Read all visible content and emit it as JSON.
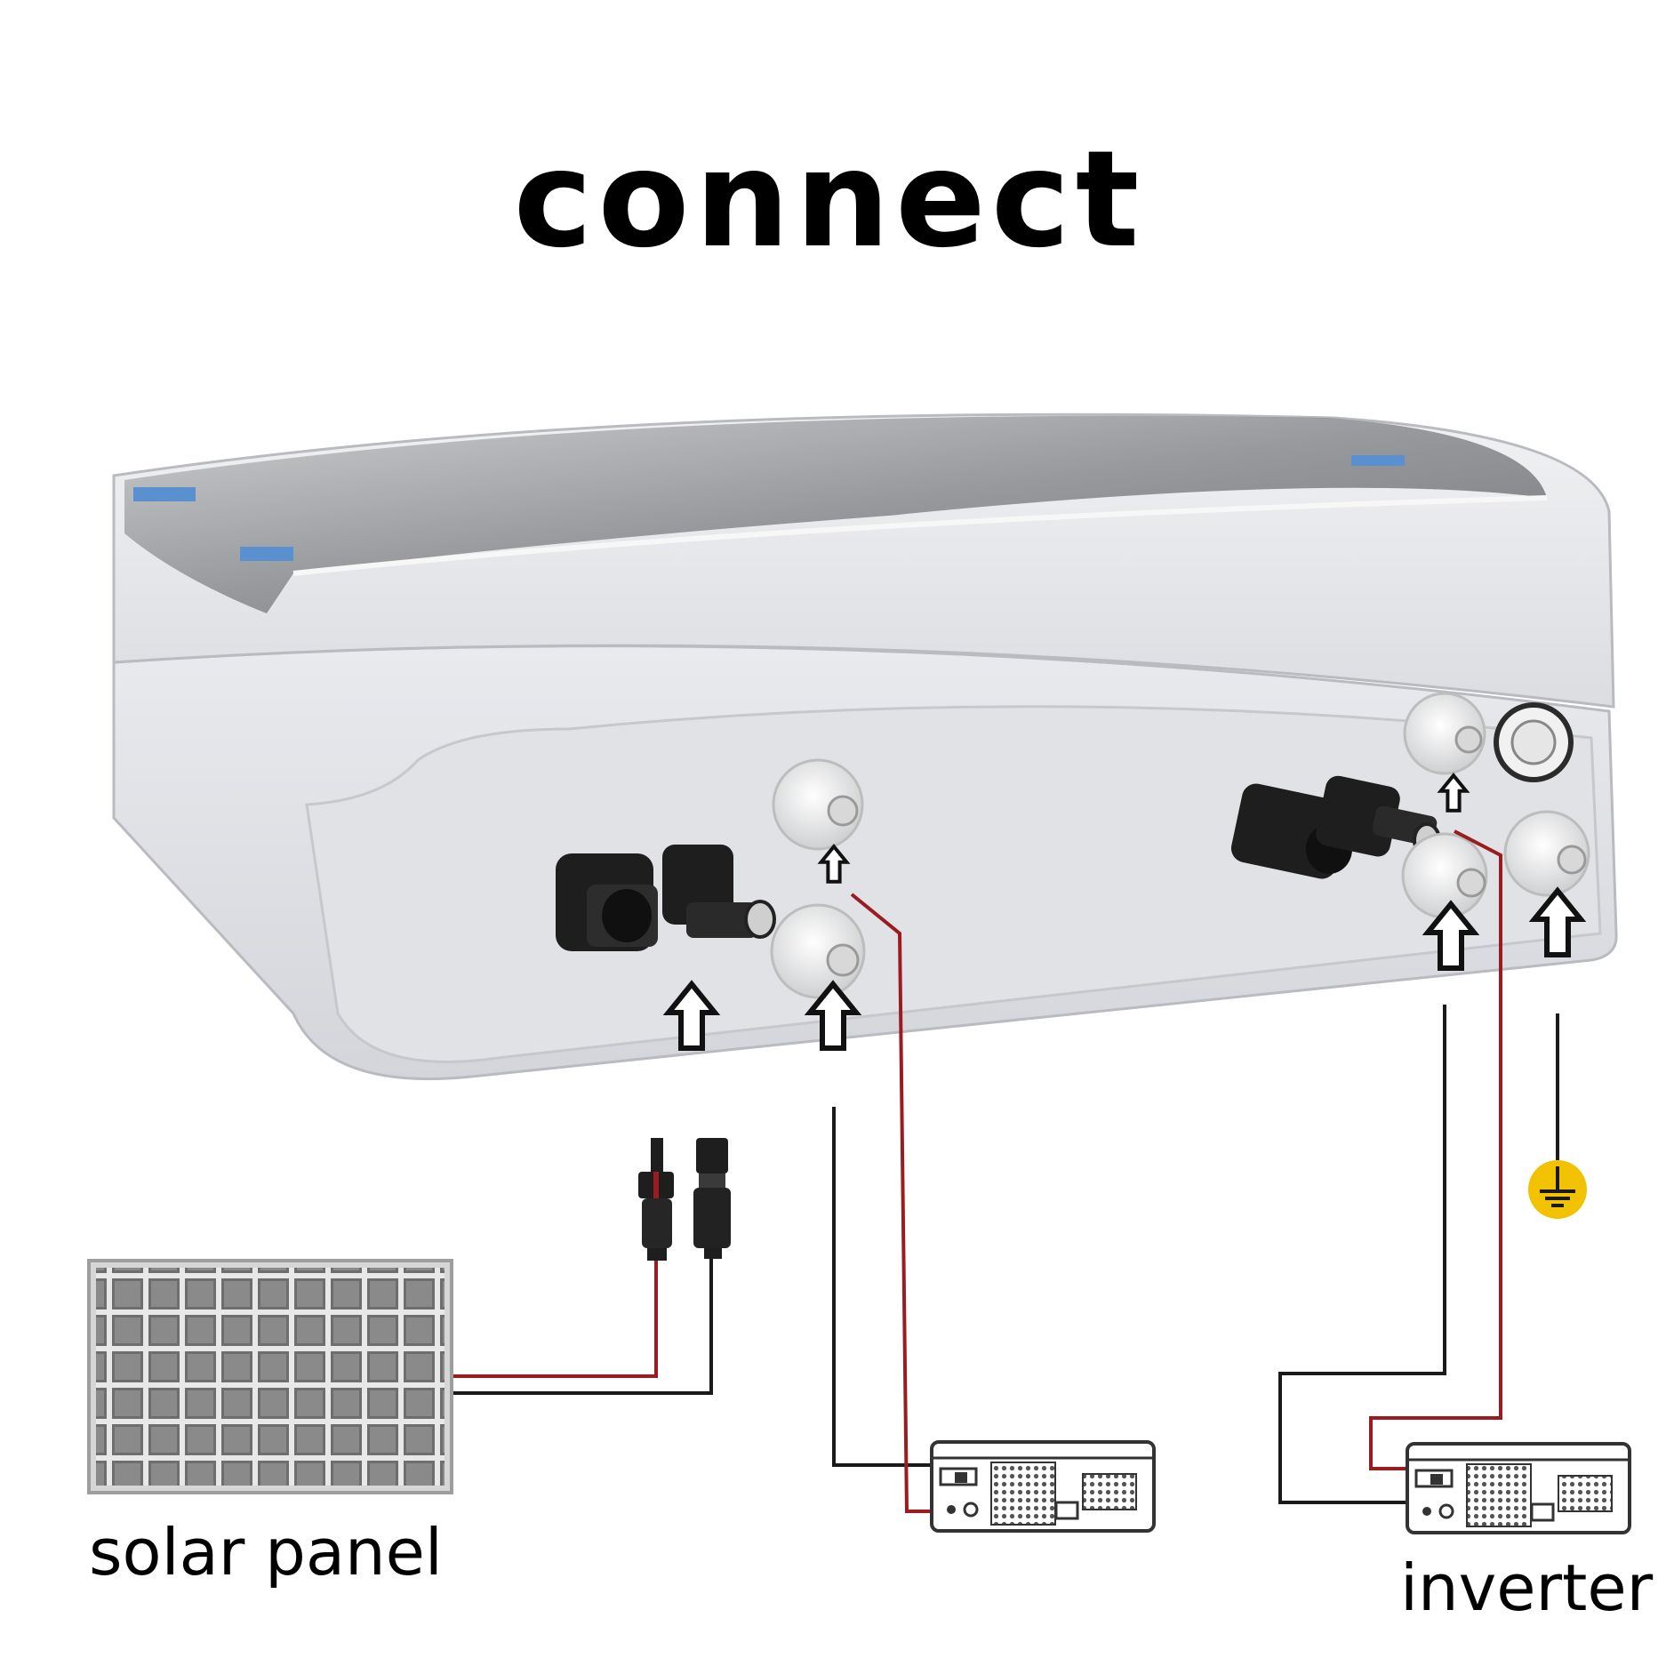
{
  "title": "connect",
  "labels": {
    "solar_panel": "solar panel",
    "inverter": "inverter"
  },
  "icons": {
    "ground": "ground-symbol-icon",
    "arrow": "up-arrow-icon"
  },
  "colors": {
    "enclosure_body": "#dfe0e5",
    "enclosure_lid": "#9a9c9f",
    "wire_positive": "#9b1c20",
    "wire_negative": "#1a1a1a",
    "ground_badge": "#f2c200",
    "connector": "#1e1e1e",
    "gland": "#f4f4f4"
  }
}
